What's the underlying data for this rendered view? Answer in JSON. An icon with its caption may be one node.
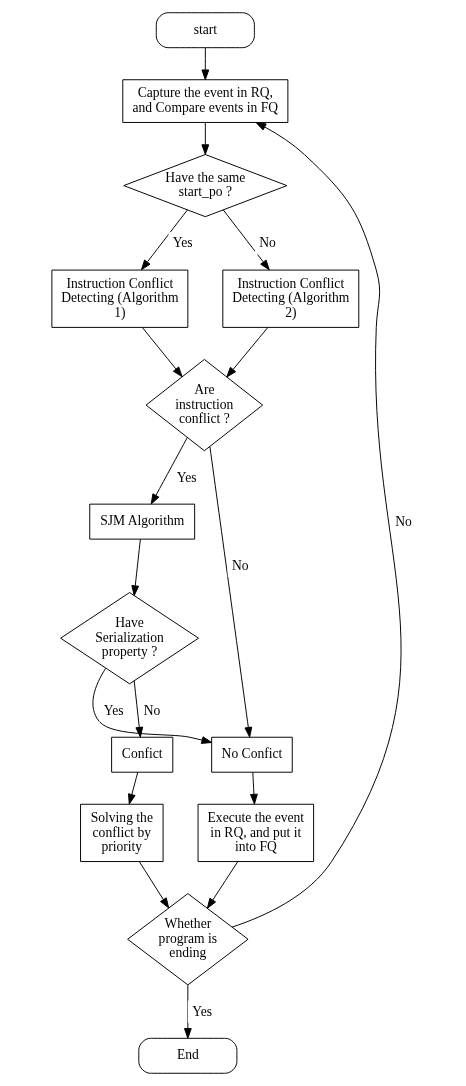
{
  "diagram": {
    "nodes": [
      {
        "text": [
          "start"
        ]
      },
      {
        "text": [
          "Capture the event in RQ, and Compare events in FQ"
        ]
      },
      {
        "text": [
          "Have the same start_po ?"
        ]
      },
      {
        "text": [
          "Instruction Conflict Detecting (Algorithm 1)"
        ]
      },
      {
        "text": [
          "Instruction Conflict Detecting (Algorithm 2)"
        ]
      },
      {
        "text": [
          "Are instruction conflict ?"
        ]
      },
      {
        "text": [
          "SJM Algorithm"
        ]
      },
      {
        "text": [
          "Have Serialization property ?"
        ]
      },
      {
        "text": [
          "No Confict"
        ]
      },
      {
        "text": [
          "Confict"
        ]
      },
      {
        "text": [
          "Solving the conflict by priority"
        ]
      },
      {
        "text": [
          "Execute the event in RQ, and put it into FQ"
        ]
      },
      {
        "text": [
          "Whether program is ending"
        ]
      },
      {
        "text": [
          "End"
        ]
      }
    ],
    "edges": [
      {
        "from": 0,
        "to": 1,
        "arrow": "to"
      },
      {
        "from": 1,
        "to": 2,
        "arrow": "to"
      },
      {
        "from": 2,
        "to": 3,
        "arrow": "to",
        "label": "Yes"
      },
      {
        "from": 2,
        "to": 4,
        "arrow": "to",
        "label": "No"
      },
      {
        "from": 3,
        "to": 5,
        "arrow": "to"
      },
      {
        "from": 4,
        "to": 5,
        "arrow": "to"
      },
      {
        "from": 5,
        "to": 6,
        "arrow": "to",
        "label": "Yes"
      },
      {
        "from": 5,
        "to": 8,
        "arrow": "to",
        "label": "No"
      },
      {
        "from": 6,
        "to": 7,
        "arrow": "to"
      },
      {
        "from": 7,
        "to": 8,
        "arrow": "to",
        "label": "Yes"
      },
      {
        "from": 7,
        "to": 9,
        "arrow": "to",
        "label": "No"
      },
      {
        "from": 8,
        "to": 11,
        "arrow": "to"
      },
      {
        "from": 9,
        "to": 10,
        "arrow": "to"
      },
      {
        "from": 10,
        "to": 12,
        "arrow": "to"
      },
      {
        "from": 11,
        "to": 12,
        "arrow": "to"
      },
      {
        "from": 12,
        "to": 1,
        "arrow": "to",
        "label": "No"
      },
      {
        "from": 12,
        "to": 13,
        "arrow": "to",
        "label": "Yes"
      }
    ]
  }
}
